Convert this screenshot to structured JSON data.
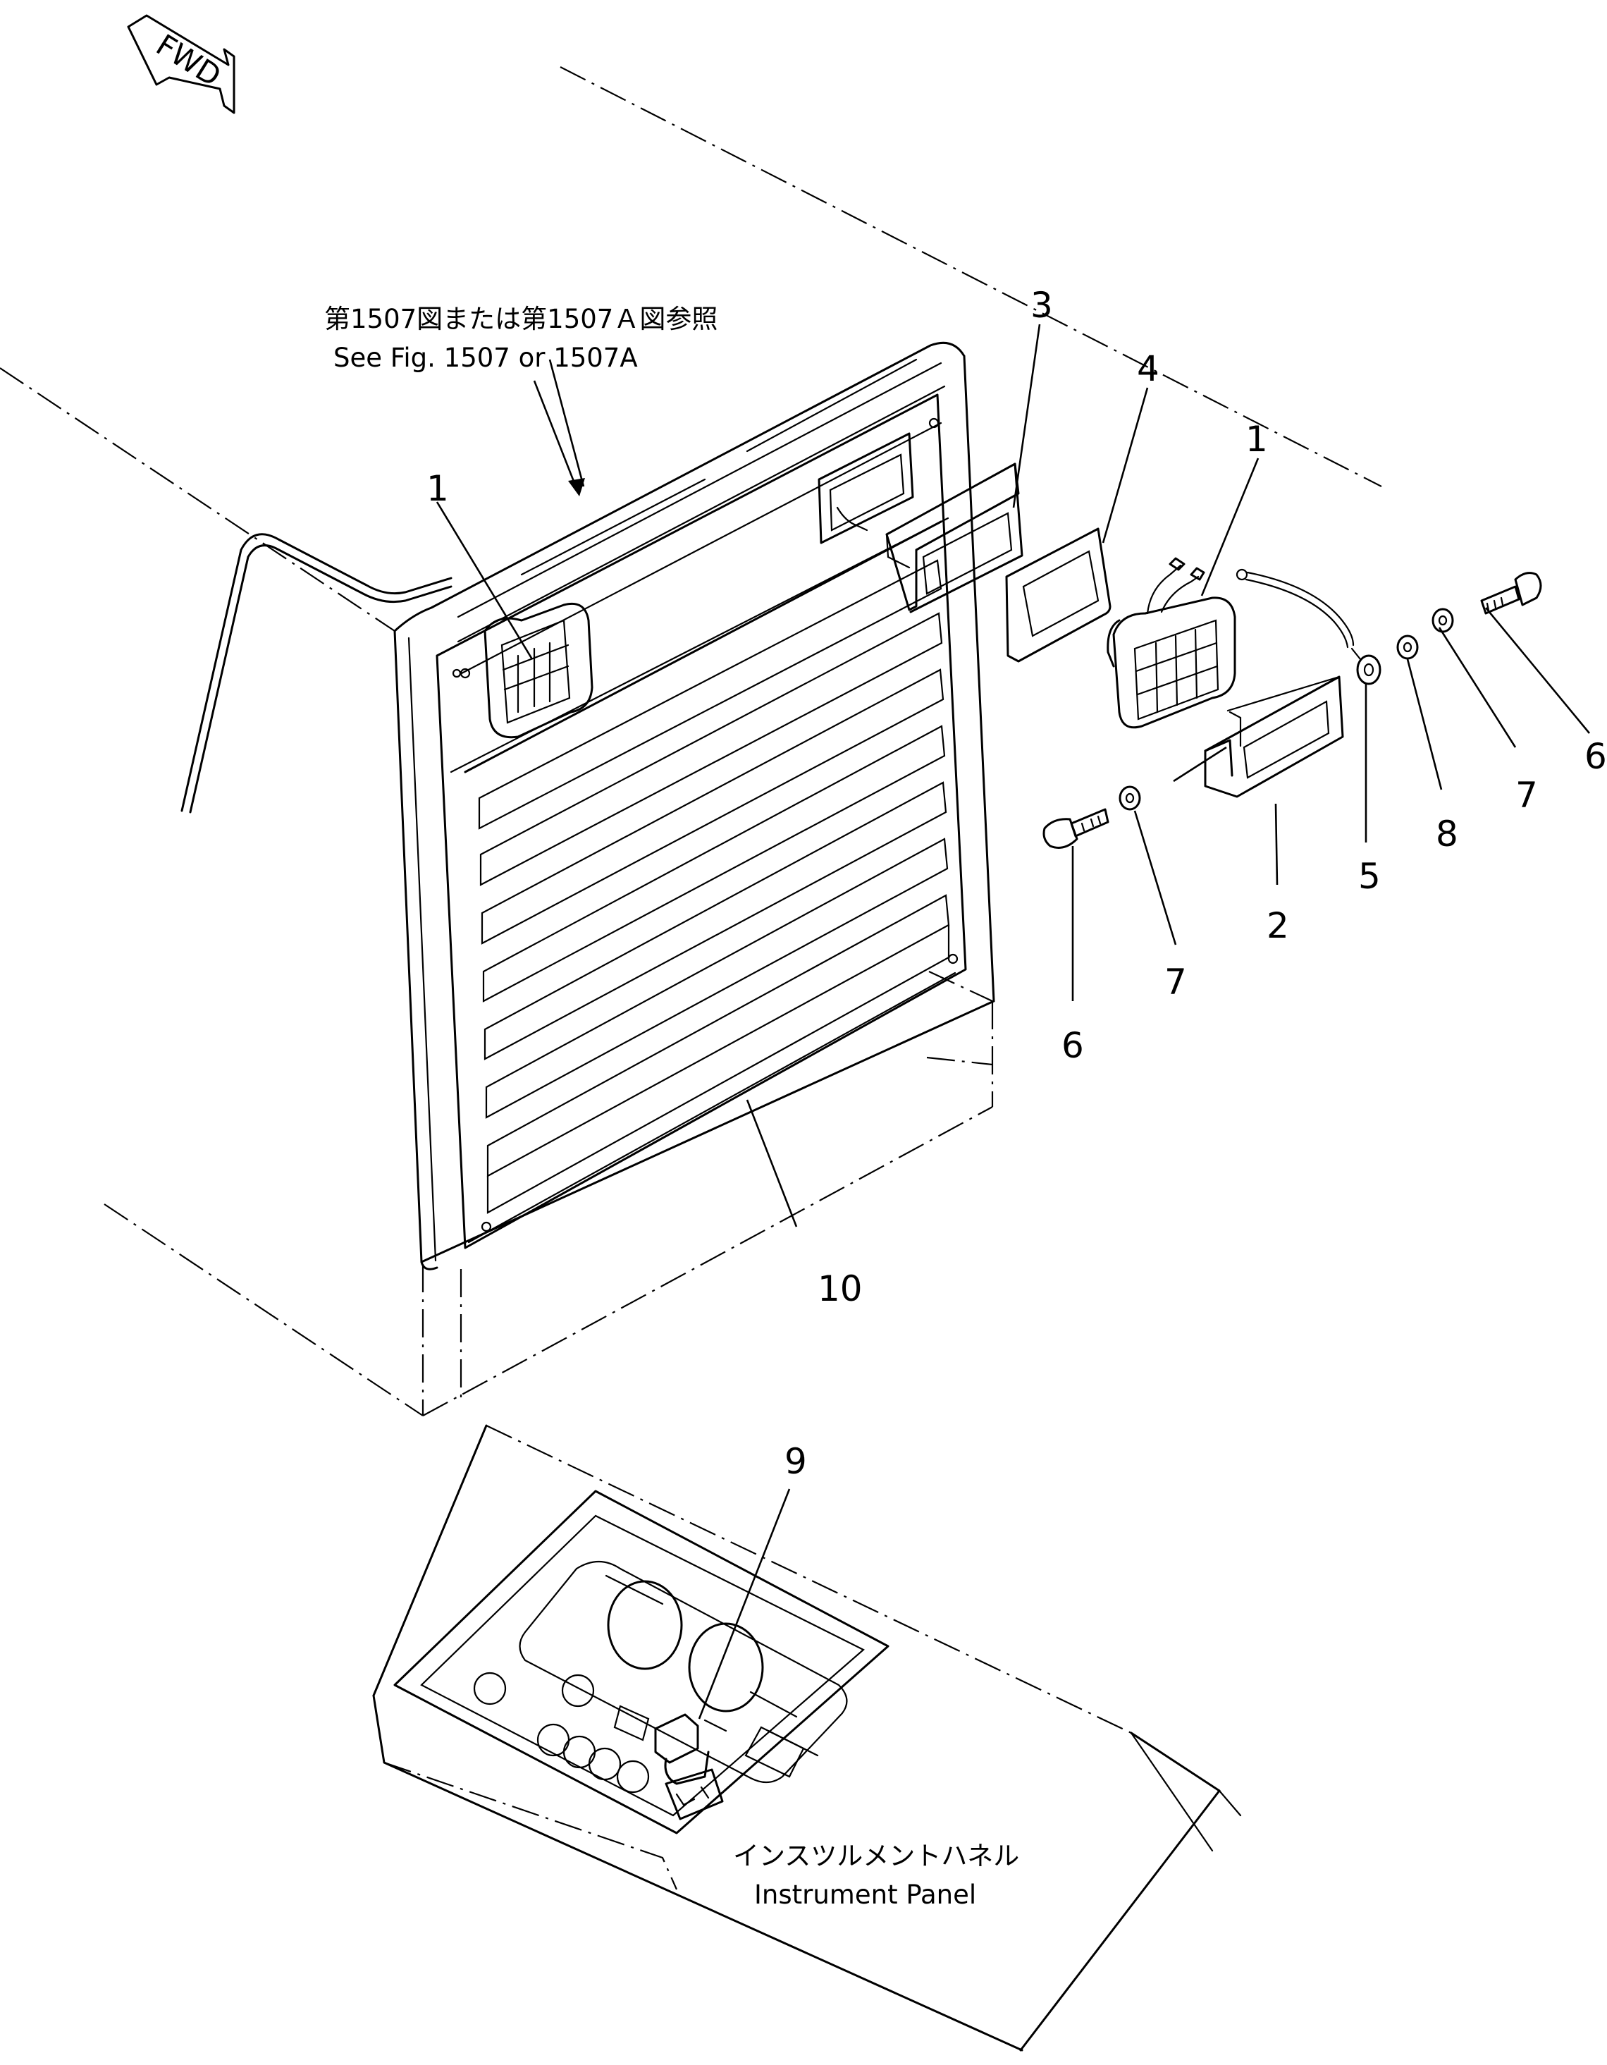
{
  "fwd_label": "FWD",
  "ref_note": {
    "jp": "第1507図または第1507Ａ図参照",
    "en": "See Fig. 1507 or 1507A"
  },
  "panel_note": {
    "jp": "インスツルメントハネル",
    "en": "Instrument Panel"
  },
  "callouts": {
    "c1a": "1",
    "c1b": "1",
    "c2": "2",
    "c3": "3",
    "c4": "4",
    "c5": "5",
    "c6a": "6",
    "c6b": "6",
    "c7a": "7",
    "c7b": "7",
    "c8": "8",
    "c9": "9",
    "c10": "10"
  }
}
